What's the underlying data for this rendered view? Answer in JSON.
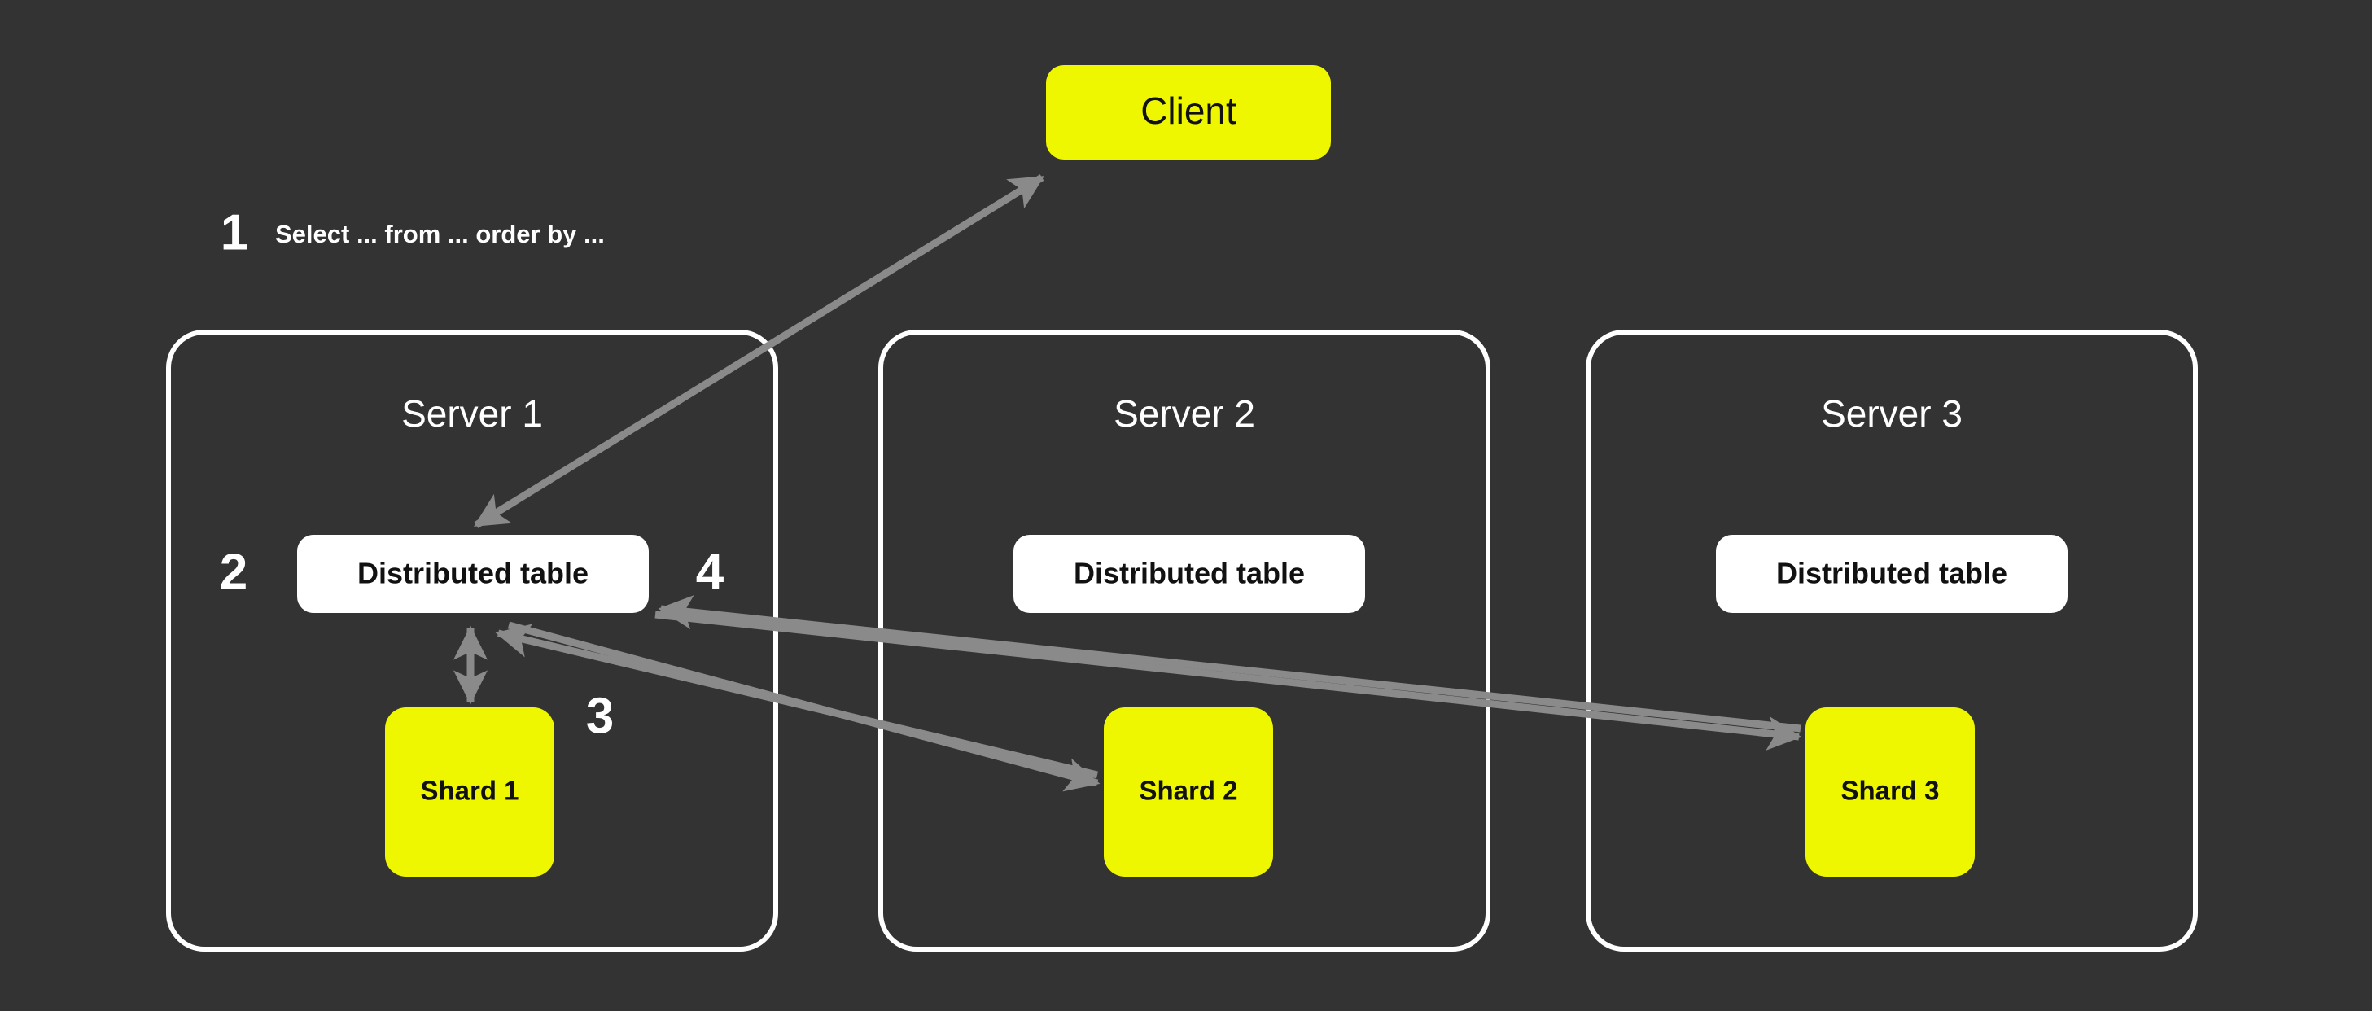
{
  "diagram": {
    "title_note": "ClickHouse distributed query flow across three sharded servers",
    "background_color": "#333333",
    "accent_color": "#EFF700",
    "arrow_color": "#8A8A8A",
    "box_stroke_color": "#FFFFFF",
    "table_fill_color": "#FFFFFF"
  },
  "client": {
    "label": "Client"
  },
  "query": {
    "step": "1",
    "text": "Select ... from ... order by ..."
  },
  "steps": [
    {
      "id": "step-2",
      "label": "2"
    },
    {
      "id": "step-3",
      "label": "3"
    },
    {
      "id": "step-4",
      "label": "4"
    }
  ],
  "servers": [
    {
      "title": "Server 1",
      "distributed_table": "Distributed table",
      "shard": "Shard 1"
    },
    {
      "title": "Server 2",
      "distributed_table": "Distributed table",
      "shard": "Shard 2"
    },
    {
      "title": "Server 3",
      "distributed_table": "Distributed table",
      "shard": "Shard 3"
    }
  ]
}
